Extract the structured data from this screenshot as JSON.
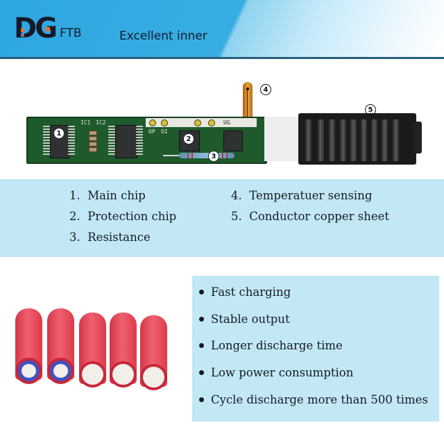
{
  "header": {
    "brand_logo": "DG",
    "brand_suffix": "FTB",
    "tagline": "Excellent inner"
  },
  "pcb_diagram": {
    "callouts": [
      "1",
      "2",
      "3",
      "4",
      "5"
    ],
    "silkscreen_labels": [
      "IC1",
      "IC2",
      "OP",
      "OI",
      "UG"
    ]
  },
  "legend": {
    "items": [
      {
        "number": "1.",
        "label": "Main chip"
      },
      {
        "number": "2.",
        "label": "Protection chip"
      },
      {
        "number": "3.",
        "label": "Resistance"
      },
      {
        "number": "4.",
        "label": "Temperatuer sensing"
      },
      {
        "number": "5.",
        "label": "Conductor copper sheet"
      }
    ]
  },
  "features": {
    "items": [
      "Fast charging",
      "Stable output",
      "Longer discharge time",
      "Low power consumption",
      "Cycle discharge more than 500 times"
    ]
  },
  "colors": {
    "header_blue": "#2ea6e0",
    "panel_blue": "#c2e8f5",
    "text_dark": "#141a22",
    "logo_orange": "#e8742a",
    "battery_red": "#e04454"
  }
}
